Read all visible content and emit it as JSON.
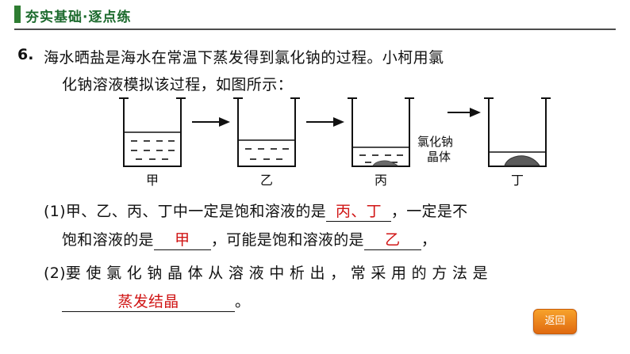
{
  "header": {
    "title": "夯实基础·逐点练"
  },
  "question": {
    "number": "6.",
    "line1": "海水晒盐是海水在常温下蒸发得到氯化钠的过程。小柯用氯",
    "line2": "化钠溶液模拟该过程，如图所示："
  },
  "figure": {
    "beaker_labels": [
      "甲",
      "乙",
      "丙",
      "丁"
    ],
    "crystal_label_line1": "氯化钠",
    "crystal_label_line2": "晶体"
  },
  "answers": {
    "part1_prefix": "(1)甲、乙、丙、丁中一定是饱和溶液的是",
    "part1_blank1": "丙、丁",
    "part1_suffix": "，一定是不",
    "part1b_prefix": "饱和溶液的是",
    "part1_blank2": "甲",
    "part1b_mid": "，可能是饱和溶液的是",
    "part1_blank3": "乙",
    "part1b_suffix": "，",
    "part2_prefix": "(2)要 使 氯 化 钠 晶 体 从 溶 液 中 析 出 ， 常 采 用 的 方 法 是",
    "part2_blank": "蒸发结晶",
    "part2_suffix": "。"
  },
  "return_button": {
    "label": "返回"
  },
  "colors": {
    "header_green": "#1d6b2e",
    "answer_red": "#d01414",
    "button_orange": "#e06a10"
  }
}
